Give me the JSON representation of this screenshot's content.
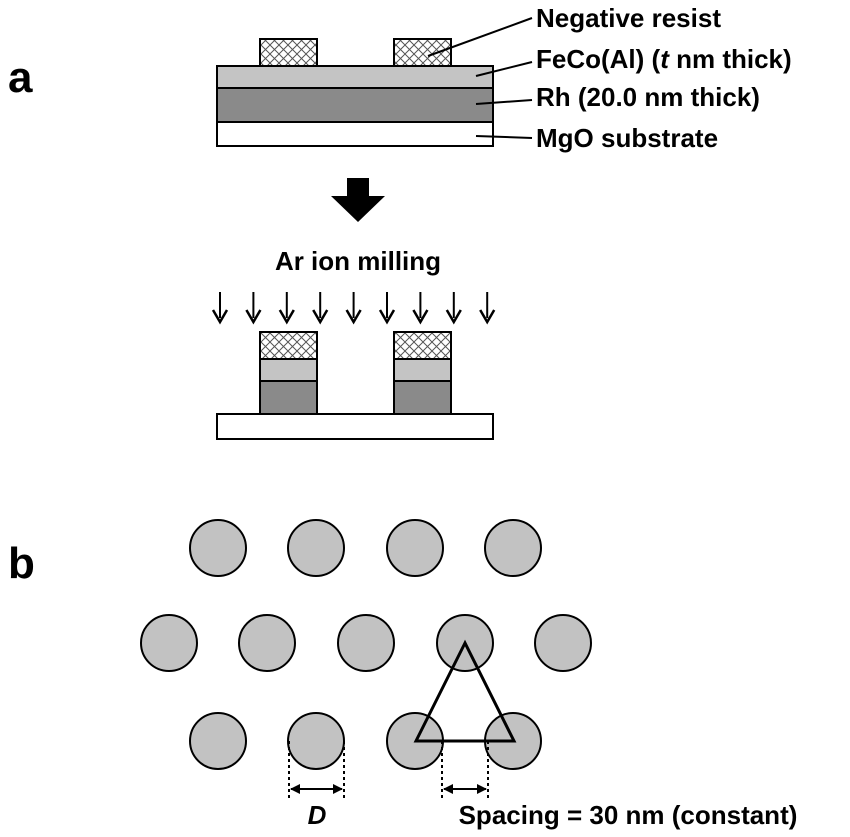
{
  "panels": {
    "a": "a",
    "b": "b"
  },
  "layers": {
    "resist": "Negative resist",
    "fecoal_prefix": "FeCo(Al) (",
    "fecoal_t": "t",
    "fecoal_suffix": " nm thick)",
    "rh": "Rh (20.0 nm thick)",
    "mgo": "MgO substrate"
  },
  "process": "Ar ion milling",
  "dimensions": {
    "diameter_symbol": "D",
    "spacing": "Spacing = 30 nm (constant)"
  },
  "colors": {
    "resist_fill": "#ffffff",
    "fecoal": "#c4c4c4",
    "rh": "#8a8a8a",
    "substrate": "#ffffff",
    "dot": "#c2c2c2"
  }
}
